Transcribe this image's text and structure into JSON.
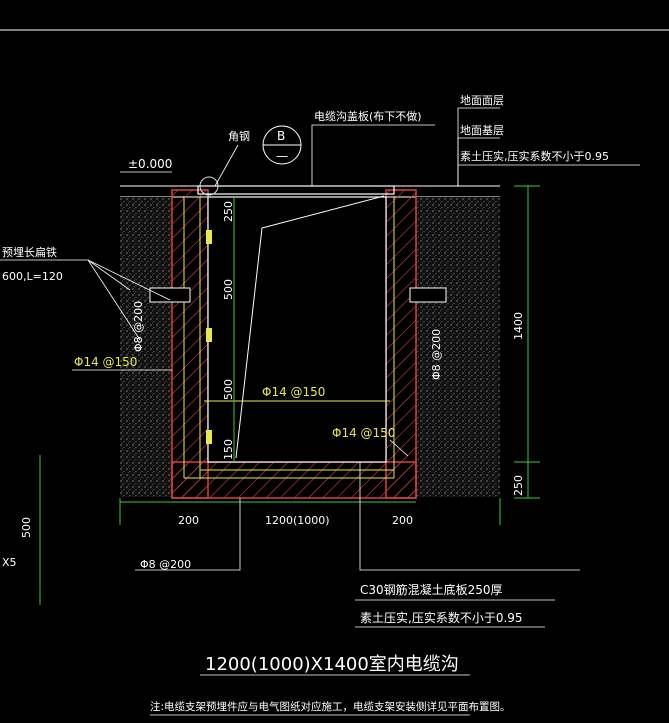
{
  "title": "1200(1000)X1400室内电缆沟",
  "note": "注:电缆支架预埋件应与电气图纸对应施工，电缆支架安装侧详见平面布置图。",
  "labels": {
    "cover_plate": "电缆沟盖板(布下不做)",
    "floor_surface": "地面面层",
    "floor_base": "地面基层",
    "compacted_top": "素土压实,压实系数不小于0.95",
    "angle_steel": "角钢",
    "section_mark_top": "B",
    "section_mark_bottom": "—",
    "elevation": "±0.000",
    "embedded_part": "预埋长扁铁",
    "embedded_spec": "600,L=120",
    "concrete_base": "C30钢筋混凝土底板250厚",
    "compacted_bottom": "素土压实,压实系数不小于0.95",
    "left_X5": "X5",
    "rebar_stirrup": "Φ8 @200"
  },
  "rebar_yellow": {
    "left_wall": "Φ14 @150",
    "middle": "Φ14 @150",
    "bottom": "Φ14 @150"
  },
  "rebar_vertical": {
    "left": "Φ8 @200",
    "right": "Φ8 @200"
  },
  "dimensions": {
    "d250_top": "250",
    "d500_mid": "500",
    "d500_low": "500",
    "d150": "150",
    "d1400": "1400",
    "d250_right": "250",
    "d200_left": "200",
    "d1200": "1200(1000)",
    "d200_right": "200",
    "d500_left": "500"
  },
  "colors": {
    "background": "#000000",
    "lines": "#ffffff",
    "hatch": "#d94040",
    "rebar": "#e8e84a",
    "dimension": "#33cc33"
  }
}
